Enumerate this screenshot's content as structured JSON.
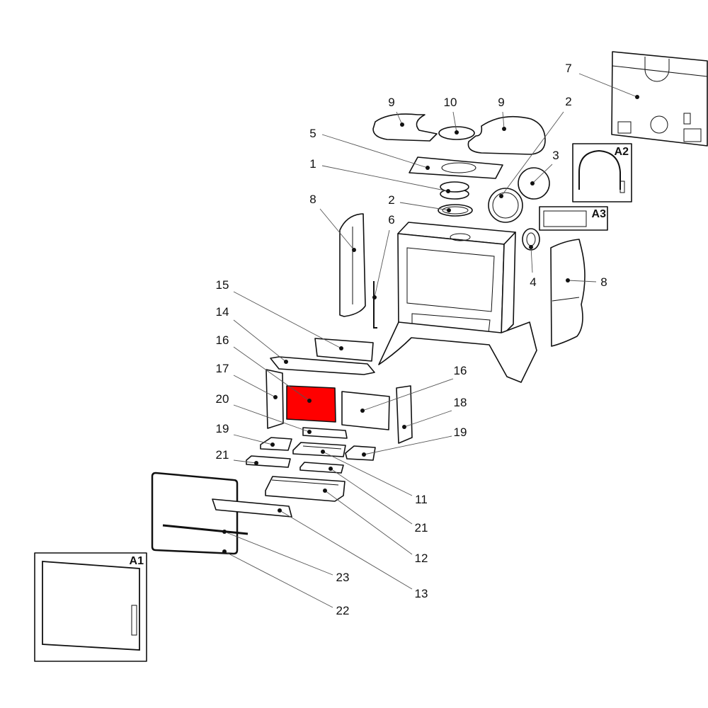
{
  "labels": [
    "7",
    "9",
    "10",
    "9",
    "2",
    "5",
    "3",
    "1",
    "2",
    "8",
    "6",
    "4",
    "8",
    "15",
    "14",
    "16",
    "17",
    "20",
    "19",
    "21",
    "16",
    "18",
    "19",
    "11",
    "21",
    "12",
    "13",
    "23",
    "22"
  ],
  "insets": {
    "a1": "A1",
    "a2": "A2",
    "a3": "A3"
  },
  "highlight": {
    "part": "16",
    "color": "#ff0000"
  },
  "colors": {
    "line": "#111111",
    "leader": "#555555"
  }
}
